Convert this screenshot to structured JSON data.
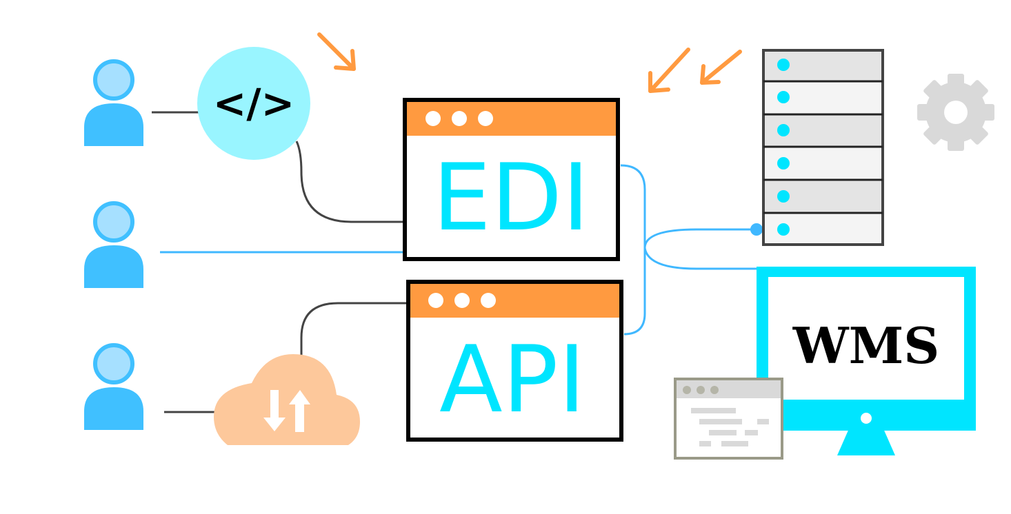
{
  "code_bubble": {
    "label": "</>",
    "icon": "code-icon"
  },
  "edi_window": {
    "label": "EDI"
  },
  "api_window": {
    "label": "API"
  },
  "wms_monitor": {
    "label": "WMS"
  },
  "cloud": {
    "icon": "upload-download-arrows-icon"
  },
  "server": {
    "icon": "server-rack-icon",
    "rows": 6
  },
  "gear": {
    "icon": "gear-icon"
  },
  "colors": {
    "cyan": "#00e5ff",
    "user_blue": "#40c0ff",
    "orange": "#ff9a40",
    "peach": "#fdc89b",
    "code_bubble": "#99f5ff",
    "connector_gray": "#444444",
    "connector_blue": "#40b8ff"
  }
}
